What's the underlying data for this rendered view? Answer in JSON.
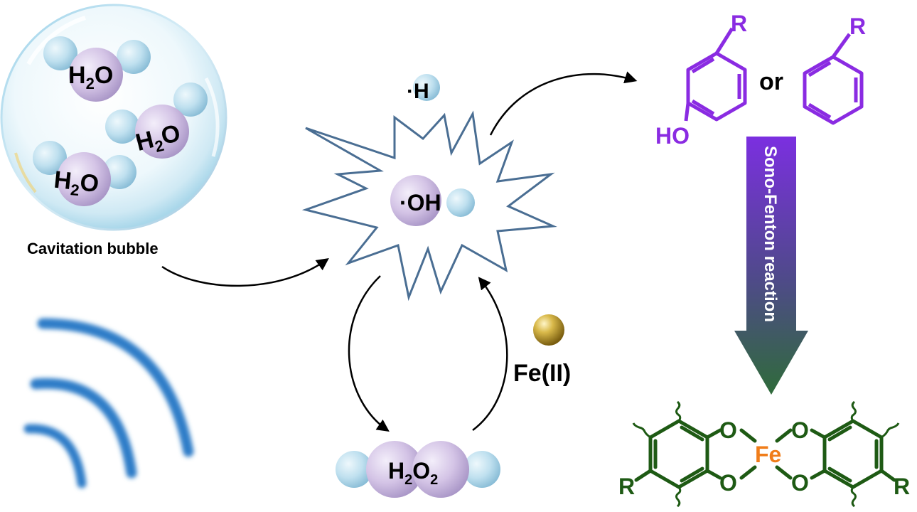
{
  "bubble": {
    "molecule_labels": [
      {
        "main": "H",
        "sub": "2",
        "tail": "O"
      },
      {
        "main": "H",
        "sub": "2",
        "tail": "O"
      },
      {
        "main": "H",
        "sub": "2",
        "tail": "O"
      }
    ],
    "caption": "Cavitation bubble"
  },
  "radicals": {
    "h_radical": "·H",
    "oh_radical": "·OH"
  },
  "cycle": {
    "peroxide": {
      "main": "H",
      "sub1": "2",
      "mid": "O",
      "sub2": "2"
    },
    "catalyst": "Fe(II)"
  },
  "products": {
    "phenol_substituent": "R",
    "phenol_hydroxyl": "HO",
    "connector": "or",
    "benzene_substituent": "R"
  },
  "reaction_arrow": {
    "label": "Sono-Fenton reaction"
  },
  "complex": {
    "metal": "Fe",
    "oxygen": "O",
    "substituent_left": "R",
    "substituent_right": "R"
  },
  "colors": {
    "purple_molecule": "#8a2be2",
    "green_complex": "#1e5a14",
    "iron": "#f07d1a",
    "star_outline": "#4a6e93",
    "wave_blue": "#2e7dc8",
    "arrow_top": "#7b2fe0",
    "arrow_bottom": "#2f6b3a"
  }
}
